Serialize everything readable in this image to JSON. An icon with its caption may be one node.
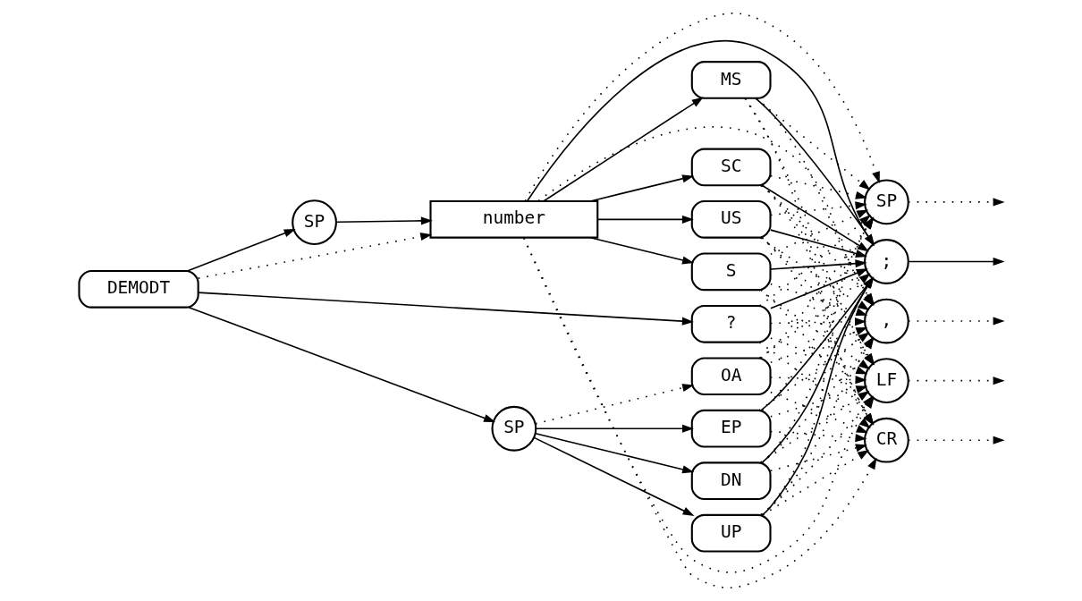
{
  "diagram": {
    "nodes": [
      {
        "text": [
          "DEMODT"
        ]
      },
      {
        "text": [
          "?"
        ]
      },
      {
        "text": [
          "SP"
        ]
      },
      {
        "text": [
          "OA"
        ]
      },
      {
        "text": [
          "EP"
        ]
      },
      {
        "text": [
          "DN"
        ]
      },
      {
        "text": [
          "UP"
        ]
      },
      {
        "text": [
          "SP"
        ]
      },
      {
        "text": [
          "number"
        ]
      },
      {
        "text": [
          "S"
        ]
      },
      {
        "text": [
          "MS"
        ]
      },
      {
        "text": [
          "US"
        ]
      },
      {
        "text": [
          "SC"
        ]
      },
      {
        "text": [
          ";"
        ]
      },
      {
        "text": [
          "LF"
        ]
      },
      {
        "text": [
          "CR"
        ]
      },
      {
        "text": [
          "SP"
        ]
      },
      {
        "text": [
          ","
        ]
      }
    ],
    "edges": [
      {
        "from": 0,
        "to": 1,
        "arrow": "to"
      },
      {
        "from": 0,
        "to": 2,
        "arrow": "to"
      },
      {
        "from": 0,
        "to": 7,
        "arrow": "to"
      },
      {
        "from": 0,
        "to": 8,
        "arrow": "to",
        "style": "dashed"
      },
      {
        "from": 2,
        "to": 3,
        "arrow": "to",
        "style": "dashed"
      },
      {
        "from": 2,
        "to": 4,
        "arrow": "to"
      },
      {
        "from": 2,
        "to": 5,
        "arrow": "to"
      },
      {
        "from": 2,
        "to": 6,
        "arrow": "to"
      },
      {
        "from": 7,
        "to": 8,
        "arrow": "to"
      },
      {
        "from": 8,
        "to": 9,
        "arrow": "to"
      },
      {
        "from": 8,
        "to": 10,
        "arrow": "to"
      },
      {
        "from": 8,
        "to": 11,
        "arrow": "to"
      },
      {
        "from": 8,
        "to": 12,
        "arrow": "to"
      },
      {
        "from": 1,
        "to": 13,
        "arrow": "to"
      },
      {
        "from": 1,
        "to": 14,
        "arrow": "to",
        "style": "dashed"
      },
      {
        "from": 1,
        "to": 15,
        "arrow": "to",
        "style": "dashed"
      },
      {
        "from": 1,
        "to": 16,
        "arrow": "to",
        "style": "dashed"
      },
      {
        "from": 1,
        "to": 17,
        "arrow": "to",
        "style": "dashed"
      },
      {
        "from": 3,
        "to": 13,
        "arrow": "to",
        "style": "dashed"
      },
      {
        "from": 3,
        "to": 14,
        "arrow": "to",
        "style": "dashed"
      },
      {
        "from": 3,
        "to": 15,
        "arrow": "to",
        "style": "dashed"
      },
      {
        "from": 3,
        "to": 16,
        "arrow": "to",
        "style": "dashed"
      },
      {
        "from": 3,
        "to": 17,
        "arrow": "to",
        "style": "dashed"
      },
      {
        "from": 4,
        "to": 13,
        "arrow": "to"
      },
      {
        "from": 4,
        "to": 14,
        "arrow": "to",
        "style": "dashed"
      },
      {
        "from": 4,
        "to": 15,
        "arrow": "to",
        "style": "dashed"
      },
      {
        "from": 4,
        "to": 16,
        "arrow": "to",
        "style": "dashed"
      },
      {
        "from": 4,
        "to": 17,
        "arrow": "to",
        "style": "dashed"
      },
      {
        "from": 5,
        "to": 13,
        "arrow": "to"
      },
      {
        "from": 5,
        "to": 14,
        "arrow": "to",
        "style": "dashed"
      },
      {
        "from": 5,
        "to": 15,
        "arrow": "to",
        "style": "dashed"
      },
      {
        "from": 5,
        "to": 16,
        "arrow": "to",
        "style": "dashed"
      },
      {
        "from": 5,
        "to": 17,
        "arrow": "to",
        "style": "dashed"
      },
      {
        "from": 6,
        "to": 13,
        "arrow": "to"
      },
      {
        "from": 6,
        "to": 14,
        "arrow": "to",
        "style": "dashed"
      },
      {
        "from": 6,
        "to": 15,
        "arrow": "to",
        "style": "dashed"
      },
      {
        "from": 6,
        "to": 16,
        "arrow": "to",
        "style": "dashed"
      },
      {
        "from": 6,
        "to": 17,
        "arrow": "to",
        "style": "dashed"
      },
      {
        "from": 8,
        "to": 13,
        "arrow": "to"
      },
      {
        "from": 8,
        "to": 14,
        "arrow": "to",
        "style": "dashed"
      },
      {
        "from": 8,
        "to": 15,
        "arrow": "to",
        "style": "dashed"
      },
      {
        "from": 8,
        "to": 16,
        "arrow": "to",
        "style": "dashed"
      },
      {
        "from": 8,
        "to": 17,
        "arrow": "to",
        "style": "dashed"
      },
      {
        "from": 9,
        "to": 13,
        "arrow": "to"
      },
      {
        "from": 9,
        "to": 14,
        "arrow": "to",
        "style": "dashed"
      },
      {
        "from": 9,
        "to": 15,
        "arrow": "to",
        "style": "dashed"
      },
      {
        "from": 9,
        "to": 16,
        "arrow": "to",
        "style": "dashed"
      },
      {
        "from": 9,
        "to": 17,
        "arrow": "to",
        "style": "dashed"
      },
      {
        "from": 10,
        "to": 13,
        "arrow": "to"
      },
      {
        "from": 10,
        "to": 14,
        "arrow": "to",
        "style": "dashed"
      },
      {
        "from": 10,
        "to": 15,
        "arrow": "to",
        "style": "dashed"
      },
      {
        "from": 10,
        "to": 16,
        "arrow": "to",
        "style": "dashed"
      },
      {
        "from": 10,
        "to": 17,
        "arrow": "to",
        "style": "dashed"
      },
      {
        "from": 11,
        "to": 13,
        "arrow": "to"
      },
      {
        "from": 11,
        "to": 14,
        "arrow": "to",
        "style": "dashed"
      },
      {
        "from": 11,
        "to": 15,
        "arrow": "to",
        "style": "dashed"
      },
      {
        "from": 11,
        "to": 16,
        "arrow": "to",
        "style": "dashed"
      },
      {
        "from": 11,
        "to": 17,
        "arrow": "to",
        "style": "dashed"
      },
      {
        "from": 12,
        "to": 13,
        "arrow": "to"
      },
      {
        "from": 12,
        "to": 14,
        "arrow": "to",
        "style": "dashed"
      },
      {
        "from": 12,
        "to": 15,
        "arrow": "to",
        "style": "dashed"
      },
      {
        "from": 12,
        "to": 16,
        "arrow": "to",
        "style": "dashed"
      },
      {
        "from": 12,
        "to": 17,
        "arrow": "to",
        "style": "dashed"
      },
      {
        "from": 13,
        "to": null,
        "arrow": "to"
      },
      {
        "from": 14,
        "to": null,
        "arrow": "to",
        "style": "dashed"
      },
      {
        "from": 15,
        "to": null,
        "arrow": "to",
        "style": "dashed"
      },
      {
        "from": 16,
        "to": null,
        "arrow": "to",
        "style": "dashed"
      },
      {
        "from": 17,
        "to": null,
        "arrow": "to",
        "style": "dashed"
      }
    ]
  }
}
